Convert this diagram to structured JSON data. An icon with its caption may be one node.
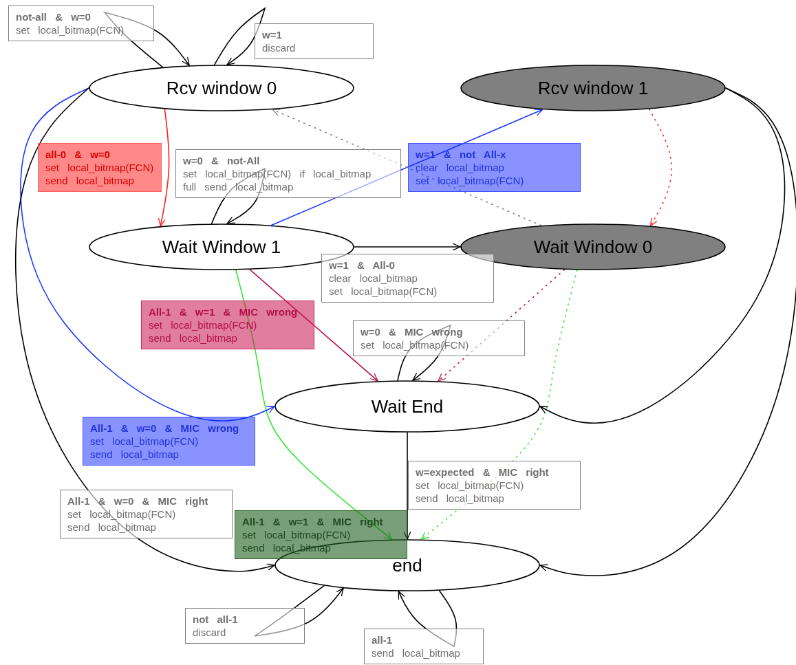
{
  "diagram": {
    "nodes": [
      {
        "text": [
          "Rcv window 0"
        ]
      },
      {
        "text": [
          "Rcv window 1"
        ]
      },
      {
        "text": [
          "Wait Window 1"
        ]
      },
      {
        "text": [
          "Wait Window 0"
        ]
      },
      {
        "text": [
          "Wait End"
        ]
      },
      {
        "text": [
          "end"
        ]
      }
    ],
    "edges": [
      {
        "from": 0,
        "to": 0,
        "arrow": "to",
        "label": "**not-all & w=0** set local_bitmap(FCN)"
      },
      {
        "from": 0,
        "to": 0,
        "arrow": "to",
        "label": "**w=1** discard"
      },
      {
        "from": 0,
        "to": 2,
        "arrow": "to",
        "color": "#ff2020",
        "label": "**all-0 & w=0** set local_bitmap(FCN) send local_bitmap"
      },
      {
        "from": 2,
        "to": 2,
        "arrow": "to",
        "label": "**w=0 & not-All** set local_bitmap(FCN) if local_bitmap full send local_bitmap"
      },
      {
        "from": 2,
        "to": 1,
        "arrow": "to",
        "color": "#1a35ff",
        "label": "**w=1 & not All-x** clear local_bitmap set local_bitmap(FCN)"
      },
      {
        "from": 3,
        "to": 0,
        "arrow": "to",
        "style": "dashed",
        "color": "#808080"
      },
      {
        "from": 1,
        "to": 3,
        "arrow": "to",
        "style": "dashed",
        "color": "#ff2020"
      },
      {
        "from": 2,
        "to": 3,
        "arrow": "to",
        "label": "**w=1 & All-0** clear local_bitmap set local_bitmap(FCN)"
      },
      {
        "from": 2,
        "to": 4,
        "arrow": "to",
        "color": "#c0124e",
        "label": "**All-1 & w=1 & MIC wrong** set local_bitmap(FCN) send local_bitmap"
      },
      {
        "from": 3,
        "to": 4,
        "arrow": "to",
        "style": "dashed",
        "color": "#c0124e"
      },
      {
        "from": 2,
        "to": 5,
        "arrow": "to",
        "color": "#33e633",
        "label": "**All-1 & w=1 & MIC right** set local_bitmap(FCN) send local_bitmap"
      },
      {
        "from": 3,
        "to": 5,
        "arrow": "to",
        "style": "dashed",
        "color": "#33e633"
      },
      {
        "from": 4,
        "to": 4,
        "arrow": "to",
        "label": "**w=0 & MIC wrong** set local_bitmap(FCN)"
      },
      {
        "from": 0,
        "to": 4,
        "arrow": "to",
        "color": "#1a35ff",
        "label": "**All-1 & w=0 & MIC wrong** set local_bitmap(FCN) send local_bitmap"
      },
      {
        "from": 0,
        "to": 5,
        "arrow": "to",
        "label": "**All-1 & w=0 & MIC right** set local_bitmap(FCN) send local_bitmap"
      },
      {
        "from": 1,
        "to": 4,
        "arrow": "to"
      },
      {
        "from": 1,
        "to": 5,
        "arrow": "to"
      },
      {
        "from": 4,
        "to": 5,
        "arrow": "to",
        "label": "**w=expected & MIC right** set local_bitmap(FCN) send local_bitmap"
      },
      {
        "from": 5,
        "to": 5,
        "arrow": "to",
        "label": "**not all-1** discard"
      },
      {
        "from": 5,
        "to": 5,
        "arrow": "to",
        "label": "**all-1** send local_bitmap"
      }
    ]
  }
}
